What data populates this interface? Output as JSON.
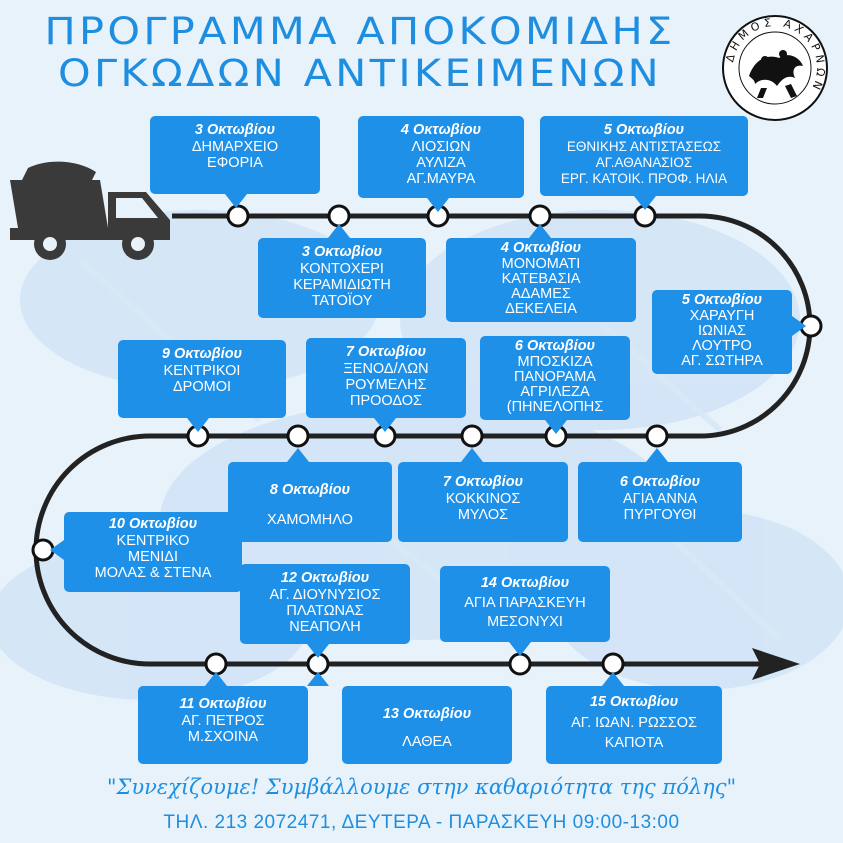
{
  "title": {
    "line1": "ΠΡΟΓΡΑΜΜΑ ΑΠΟΚΟΜΙΔΗΣ",
    "line2": "ΟΓΚΩΔΩΝ ΑΝΤΙΚΕΙΜΕΝΩΝ"
  },
  "logo": {
    "text": "ΔΗΜΟΣ ΑΧΑΡΝΩΝ"
  },
  "colors": {
    "accent": "#1e90e8",
    "road": "#222222",
    "truck": "#3a3a3a"
  },
  "schedule": [
    {
      "date": "3 Οκτωβίου",
      "lines": [
        "ΔΗΜΑΡΧΕΙΟ",
        "ΕΦΟΡΙΑ"
      ]
    },
    {
      "date": "4 Οκτωβίου",
      "lines": [
        "ΛΙΟΣΙΩΝ",
        "ΑΥΛΙΖΑ",
        "ΑΓ.ΜΑΥΡΑ"
      ]
    },
    {
      "date": "5 Οκτωβίου",
      "lines": [
        "ΕΘΝΙΚΗΣ ΑΝΤΙΣΤΑΣΕΩΣ",
        "ΑΓ.ΑΘΑΝΑΣΙΟΣ",
        "ΕΡΓ. ΚΑΤΟΙΚ. ΠΡΟΦ. ΗΛΙΑ"
      ]
    },
    {
      "date": "3 Οκτωβίου",
      "lines": [
        "ΚΟΝΤΟΧΕΡΙ",
        "ΚΕΡΑΜΙΔΙΩΤΗ",
        "ΤΑΤΟΪΟΥ"
      ]
    },
    {
      "date": "4 Οκτωβίου",
      "lines": [
        "ΜΟΝΟΜΑΤΙ",
        "ΚΑΤΕΒΑΣΙΑ",
        "ΑΔΑΜΕΣ",
        "ΔΕΚΕΛΕΙΑ"
      ]
    },
    {
      "date": "5 Οκτωβίου",
      "lines": [
        "ΧΑΡΑΥΓΗ",
        "ΙΩΝΙΑΣ",
        "ΛΟΥΤΡΟ",
        "ΑΓ. ΣΩΤΗΡΑ"
      ]
    },
    {
      "date": "9 Οκτωβίου",
      "lines": [
        "ΚΕΝΤΡΙΚΟΙ",
        "ΔΡΟΜΟΙ"
      ]
    },
    {
      "date": "7 Οκτωβίου",
      "lines": [
        "ΞΕΝΟΔ/ΛΩΝ",
        "ΡΟΥΜΕΛΗΣ",
        "ΠΡΟΟΔΟΣ"
      ]
    },
    {
      "date": "6 Οκτωβίου",
      "lines": [
        "ΜΠΟΣΚΙΖΑ",
        "ΠΑΝΟΡΑΜΑ",
        "ΑΓΡΙΛΕΖΑ",
        "(ΠΗΝΕΛΟΠΗΣ"
      ]
    },
    {
      "date": "8 Οκτωβίου",
      "lines": [
        "ΧΑΜΟΜΗΛΟ"
      ]
    },
    {
      "date": "7 Οκτωβίου",
      "lines": [
        "ΚΟΚΚΙΝΟΣ",
        "ΜΥΛΟΣ"
      ]
    },
    {
      "date": "6 Οκτωβίου",
      "lines": [
        "ΑΓΙΑ ΑΝΝΑ",
        "ΠΥΡΓΟΥΘΙ"
      ]
    },
    {
      "date": "10 Οκτωβίου",
      "lines": [
        "ΚΕΝΤΡΙΚΟ",
        "ΜΕΝΙΔΙ",
        "ΜΟΛΑΣ & ΣΤΕΝΑ"
      ]
    },
    {
      "date": "12 Οκτωβίου",
      "lines": [
        "ΑΓ. ΔΙΟΥΝΥΣΙΟΣ",
        "ΠΛΑΤΩΝΑΣ",
        "ΝΕΑΠΟΛΗ"
      ]
    },
    {
      "date": "14 Οκτωβίου",
      "lines": [
        "ΑΓΙΑ ΠΑΡΑΣΚΕΥΗ",
        "ΜΕΣΟΝΥΧΙ"
      ]
    },
    {
      "date": "11 Οκτωβίου",
      "lines": [
        "ΑΓ. ΠΕΤΡΟΣ",
        "Μ.ΣΧΟΙΝΑ"
      ]
    },
    {
      "date": "13 Οκτωβίου",
      "lines": [
        "ΛΑΘΕΑ"
      ]
    },
    {
      "date": "15 Οκτωβίου",
      "lines": [
        "ΑΓ. ΙΩΑΝ. ΡΩΣΣΟΣ",
        "ΚΑΠΟΤΑ"
      ]
    }
  ],
  "footer": {
    "slogan": "\"Συνεχίζουμε! Συμβάλλουμε στην καθαριότητα της πόλης\"",
    "phone": "ΤΗΛ. 213 2072471, ΔΕΥΤΕΡΑ - ΠΑΡΑΣΚΕΥΗ  09:00-13:00"
  }
}
